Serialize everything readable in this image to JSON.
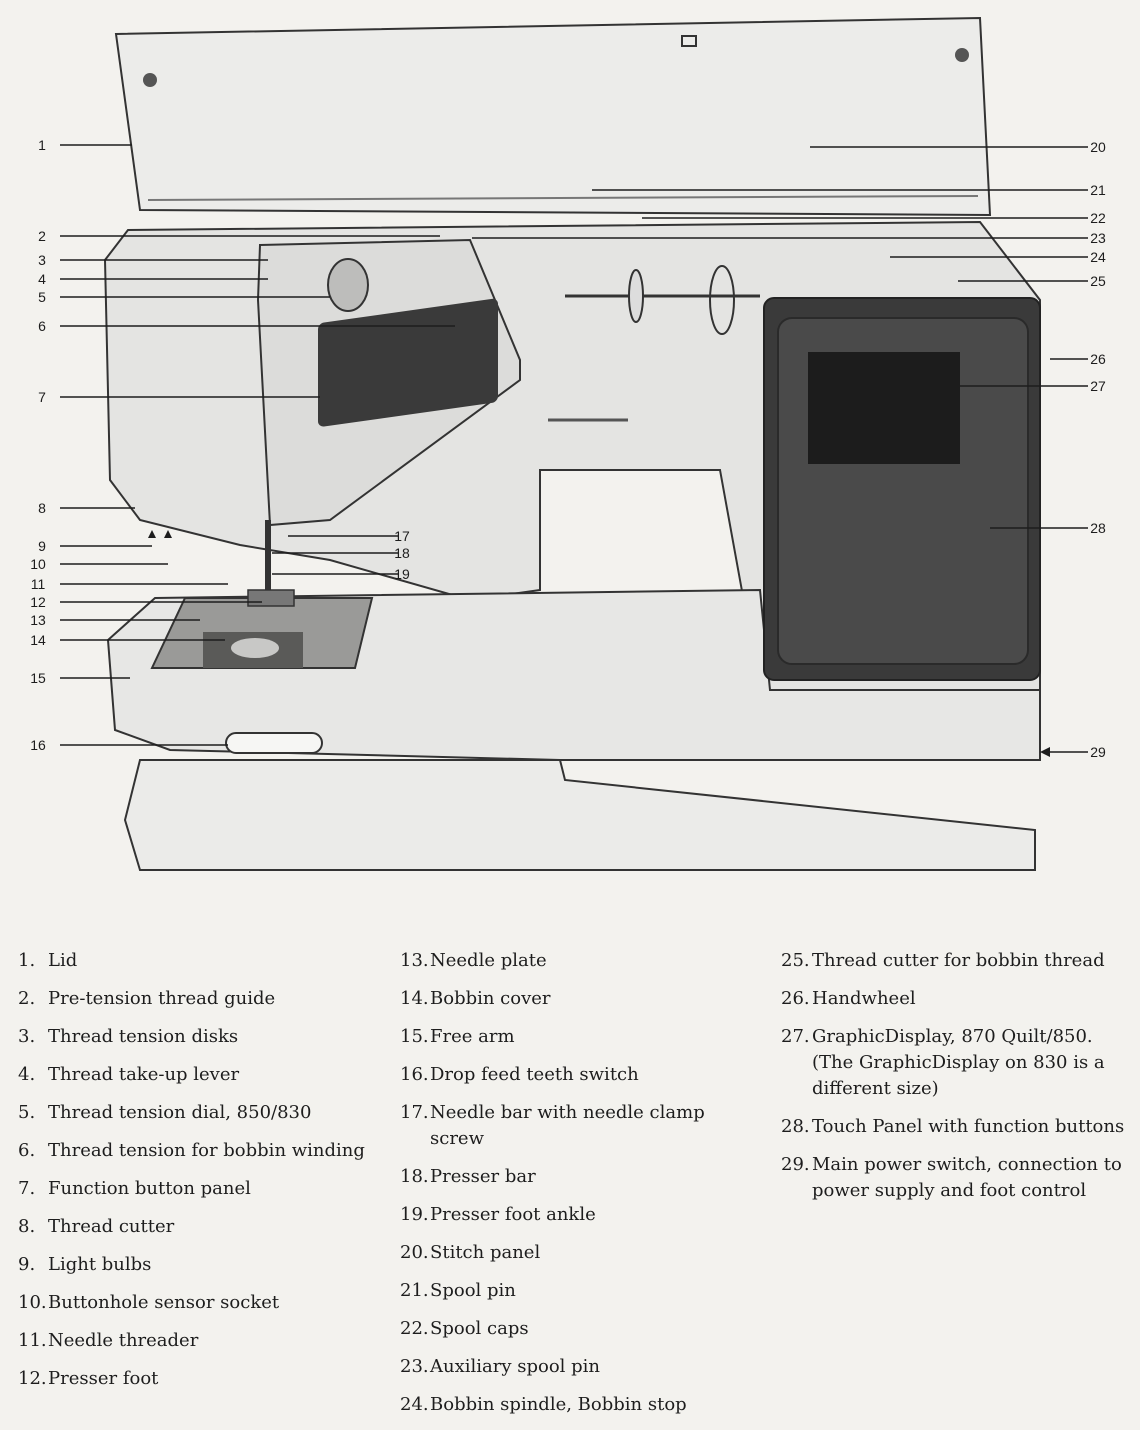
{
  "callouts": [
    {
      "num": "1",
      "name": "Lid"
    },
    {
      "num": "2",
      "name": "Pre-tension thread guide"
    },
    {
      "num": "3",
      "name": "Thread tension disks"
    },
    {
      "num": "4",
      "name": "Thread take-up lever"
    },
    {
      "num": "5",
      "name": "Thread tension dial, 850/830"
    },
    {
      "num": "6",
      "name": "Thread tension for bobbin winding"
    },
    {
      "num": "7",
      "name": "Function button panel"
    },
    {
      "num": "8",
      "name": "Thread cutter"
    },
    {
      "num": "9",
      "name": "Light bulbs"
    },
    {
      "num": "10",
      "name": "Buttonhole sensor socket"
    },
    {
      "num": "11",
      "name": "Needle threader"
    },
    {
      "num": "12",
      "name": "Presser foot"
    },
    {
      "num": "13",
      "name": "Needle plate"
    },
    {
      "num": "14",
      "name": "Bobbin cover"
    },
    {
      "num": "15",
      "name": "Free arm"
    },
    {
      "num": "16",
      "name": "Drop feed teeth switch"
    },
    {
      "num": "17",
      "name": "Needle bar with needle clamp screw"
    },
    {
      "num": "18",
      "name": "Presser bar"
    },
    {
      "num": "19",
      "name": "Presser foot ankle"
    },
    {
      "num": "20",
      "name": "Stitch panel"
    },
    {
      "num": "21",
      "name": "Spool pin"
    },
    {
      "num": "22",
      "name": "Spool caps"
    },
    {
      "num": "23",
      "name": "Auxiliary spool pin"
    },
    {
      "num": "24",
      "name": "Bobbin spindle, Bobbin stop"
    },
    {
      "num": "25",
      "name": "Thread cutter for bobbin thread"
    },
    {
      "num": "26",
      "name": "Handwheel"
    },
    {
      "num": "27",
      "name": "GraphicDisplay, 870 Quilt/850. (The GraphicDisplay on 830 is a different size)"
    },
    {
      "num": "28",
      "name": "Touch Panel with function buttons"
    },
    {
      "num": "29",
      "name": "Main power switch, connection to power supply and foot control"
    }
  ],
  "legend_prefix": {
    "1": "1.",
    "2": "2.",
    "3": "3.",
    "4": "4.",
    "5": "5.",
    "6": "6.",
    "7": "7.",
    "8": "8.",
    "9": "9.",
    "10": "10.",
    "11": "11.",
    "12": "12.",
    "13": "13.",
    "14": "14.",
    "15": "15.",
    "16": "16.",
    "17": "17.",
    "18": "18.",
    "19": "19.",
    "20": "20.",
    "21": "21.",
    "22": "22.",
    "23": "23.",
    "24": "24.",
    "25": "25.",
    "26": "26.",
    "27": "27.",
    "28": "28.",
    "29": "29."
  },
  "colors": {
    "paper": "#f3f2ee",
    "machine_body": "#e4e4e2",
    "machine_shadow": "#c9c9c7",
    "display_dark": "#3a3a3a",
    "display_screen": "#1c1c1c",
    "ink": "#1d1d1d"
  }
}
